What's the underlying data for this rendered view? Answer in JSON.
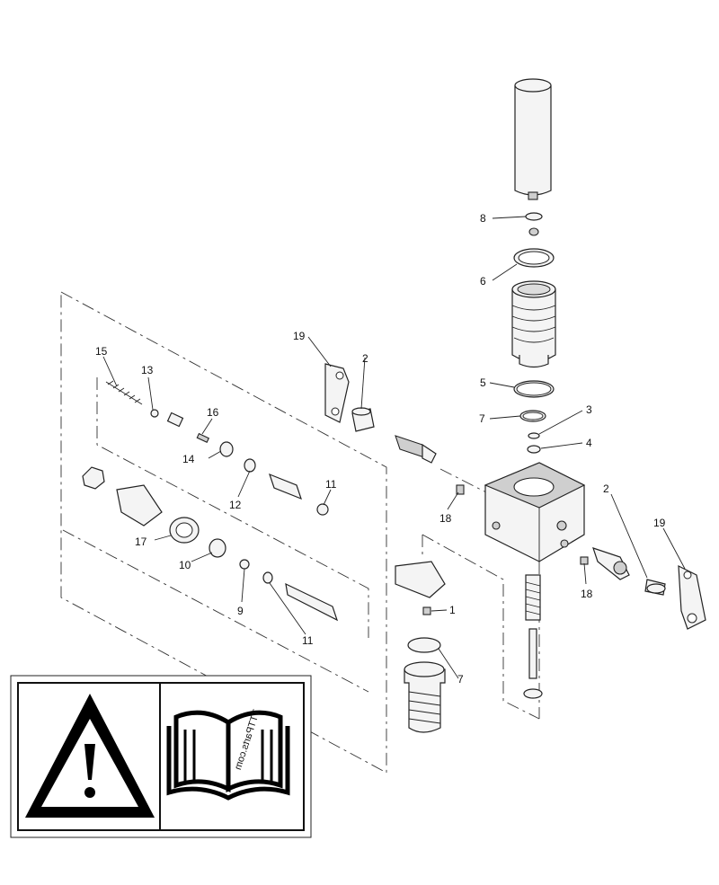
{
  "diagram": {
    "callouts": [
      {
        "id": "c8",
        "label": "8"
      },
      {
        "id": "c6",
        "label": "6"
      },
      {
        "id": "c5",
        "label": "5"
      },
      {
        "id": "c7a",
        "label": "7"
      },
      {
        "id": "c3",
        "label": "3"
      },
      {
        "id": "c4",
        "label": "4"
      },
      {
        "id": "c19a",
        "label": "19"
      },
      {
        "id": "c2a",
        "label": "2"
      },
      {
        "id": "c15",
        "label": "15"
      },
      {
        "id": "c13",
        "label": "13"
      },
      {
        "id": "c16",
        "label": "16"
      },
      {
        "id": "c14",
        "label": "14"
      },
      {
        "id": "c12",
        "label": "12"
      },
      {
        "id": "c11a",
        "label": "11"
      },
      {
        "id": "c18a",
        "label": "18"
      },
      {
        "id": "c2b",
        "label": "2"
      },
      {
        "id": "c19b",
        "label": "19"
      },
      {
        "id": "c17",
        "label": "17"
      },
      {
        "id": "c10",
        "label": "10"
      },
      {
        "id": "c9",
        "label": "9"
      },
      {
        "id": "c11b",
        "label": "11"
      },
      {
        "id": "c18b",
        "label": "18"
      },
      {
        "id": "c1",
        "label": "1"
      },
      {
        "id": "c7b",
        "label": "7"
      }
    ],
    "watermark": "TTTParts.com"
  },
  "warning_panel": {
    "icons": [
      "warning-triangle-icon",
      "read-manual-book-icon"
    ]
  }
}
